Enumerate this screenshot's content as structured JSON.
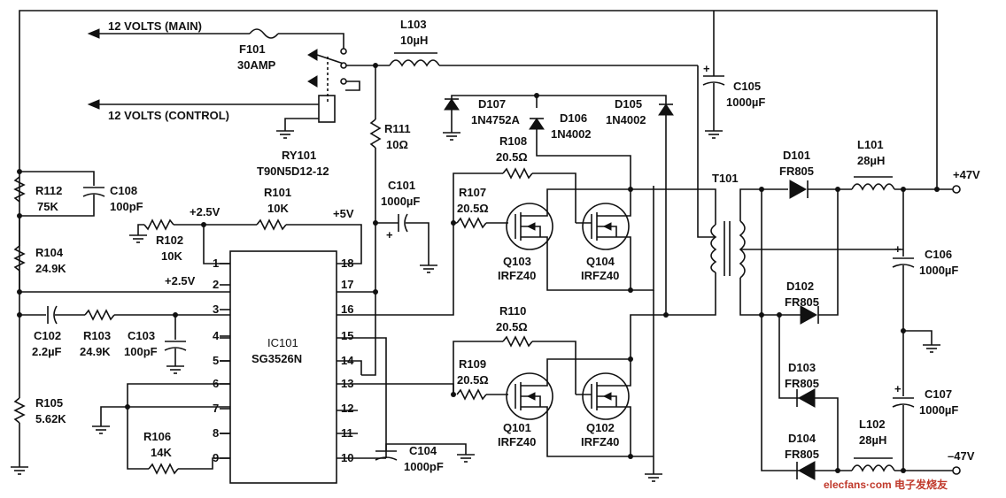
{
  "labels": {
    "v12_main": "12 VOLTS (MAIN)",
    "v12_ctrl": "12 VOLTS (CONTROL)",
    "F101": "F101",
    "F101_v": "30AMP",
    "L103": "L103",
    "L103_v": "10µH",
    "RY101": "RY101",
    "RY101_v": "T90N5D12-12",
    "R111": "R111",
    "R111_v": "10Ω",
    "D107": "D107",
    "D107_v": "1N4752A",
    "D106": "D106",
    "D106_v": "1N4002",
    "D105": "D105",
    "D105_v": "1N4002",
    "C105": "C105",
    "C105_v": "1000µF",
    "R112": "R112",
    "R112_v": "75K",
    "C108": "C108",
    "C108_v": "100pF",
    "R104": "R104",
    "R104_v": "24.9K",
    "R101": "R101",
    "R101_v": "10K",
    "R102": "R102",
    "R102_v": "10K",
    "p2v5a": "+2.5V",
    "p5v": "+5V",
    "p2v5b": "+2.5V",
    "C101": "C101",
    "C101_v": "1000µF",
    "R108": "R108",
    "R108_v": "20.5Ω",
    "R107": "R107",
    "R107_v": "20.5Ω",
    "Q103": "Q103",
    "Q103_v": "IRFZ40",
    "Q104": "Q104",
    "Q104_v": "IRFZ40",
    "T101": "T101",
    "D101": "D101",
    "D101_v": "FR805",
    "L101": "L101",
    "L101_v": "28µH",
    "p47v": "+47V",
    "C106": "C106",
    "C106_v": "1000µF",
    "D102": "D102",
    "D102_v": "FR805",
    "C102": "C102",
    "C102_v": "2.2µF",
    "R103": "R103",
    "R103_v": "24.9K",
    "C103": "C103",
    "C103_v": "100pF",
    "IC101": "IC101",
    "IC101_v": "SG3526N",
    "R110": "R110",
    "R110_v": "20.5Ω",
    "R109": "R109",
    "R109_v": "20.5Ω",
    "Q101": "Q101",
    "Q101_v": "IRFZ40",
    "Q102": "Q102",
    "Q102_v": "IRFZ40",
    "D103": "D103",
    "D103_v": "FR805",
    "C107": "C107",
    "C107_v": "1000µF",
    "R105": "R105",
    "R105_v": "5.62K",
    "R106": "R106",
    "R106_v": "14K",
    "C104": "C104",
    "C104_v": "1000pF",
    "D104": "D104",
    "D104_v": "FR805",
    "L102": "L102",
    "L102_v": "28µH",
    "m47v": "–47V",
    "plus": "+",
    "watermark": "elecfans·com 电子发烧友"
  },
  "ic_pins_left": [
    "1",
    "2",
    "3",
    "4",
    "5",
    "6",
    "7",
    "8",
    "9"
  ],
  "ic_pins_right": [
    "18",
    "17",
    "16",
    "15",
    "14",
    "13",
    "12",
    "11",
    "10"
  ]
}
